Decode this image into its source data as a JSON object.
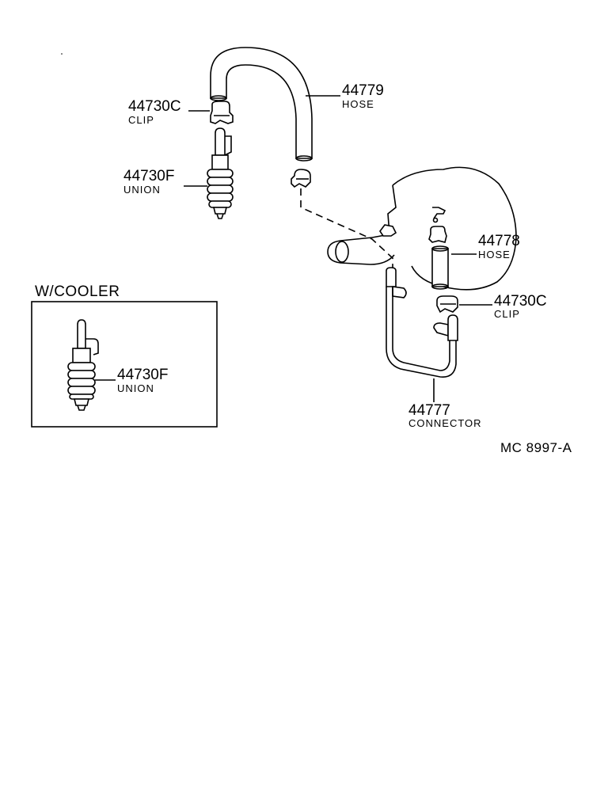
{
  "diagram": {
    "code": "MC  8997-A",
    "inset_title": "W/COOLER",
    "callouts": [
      {
        "id": "hose-top",
        "number": "44779",
        "name": "HOSE"
      },
      {
        "id": "clip-top",
        "number": "44730C",
        "name": "CLIP"
      },
      {
        "id": "union-top",
        "number": "44730F",
        "name": "UNION"
      },
      {
        "id": "hose-right",
        "number": "44778",
        "name": "HOSE"
      },
      {
        "id": "clip-right",
        "number": "44730C",
        "name": "CLIP"
      },
      {
        "id": "connector",
        "number": "44777",
        "name": "CONNECTOR"
      },
      {
        "id": "union-inset",
        "number": "44730F",
        "name": "UNION"
      }
    ]
  }
}
